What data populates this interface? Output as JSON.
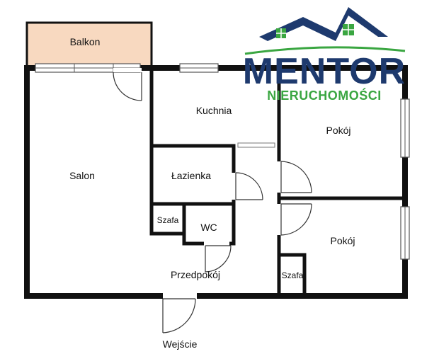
{
  "plan": {
    "rooms": {
      "balkon": "Balkon",
      "kuchnia": "Kuchnia",
      "salon": "Salon",
      "lazienka": "Łazienka",
      "pokoj_top": "Pokój",
      "pokoj_bottom": "Pokój",
      "szafa_left": "Szafa",
      "wc": "WC",
      "przedpokoj": "Przedpokój",
      "szafa_right": "Szafa",
      "wejscie": "Wejście"
    }
  },
  "logo": {
    "name": "MENTOR",
    "subtitle": "NIERUCHOMOŚCI",
    "colors": {
      "navy": "#1e3a6e",
      "green": "#3aa641"
    }
  },
  "colors": {
    "wall": "#111111",
    "balcony_fill": "#f8d9c0",
    "window_gray": "#c9c9c9"
  }
}
